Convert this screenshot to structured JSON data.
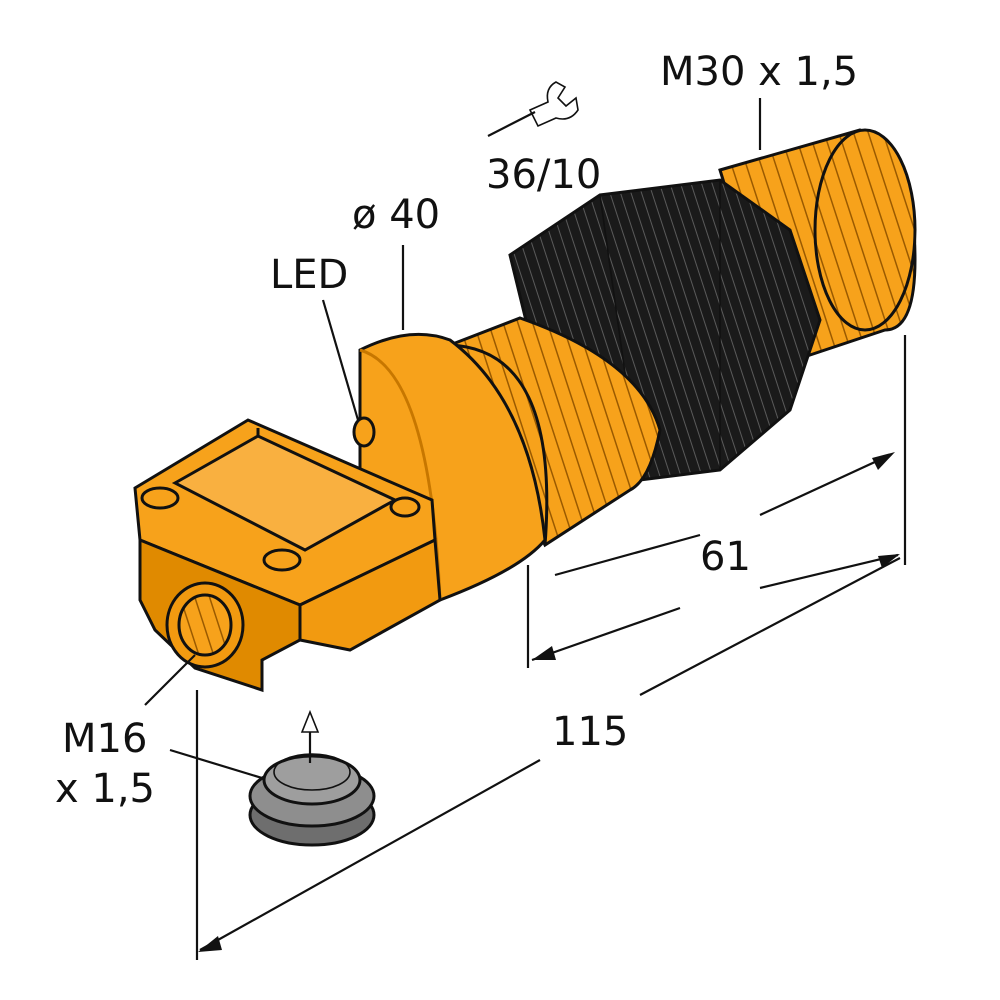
{
  "labels": {
    "thread_main": "M30 x 1,5",
    "wrench_size": "36/10",
    "diameter": "ø 40",
    "led": "LED",
    "dim_61": "61",
    "dim_115": "115",
    "thread_conn_1": "M16",
    "thread_conn_2": "x 1,5"
  },
  "icons": {
    "wrench": "wrench-icon",
    "arrow": "insert-arrow-icon"
  },
  "colors": {
    "housing": "#F7A21B",
    "housing_dark": "#E08A00",
    "nut": "#1A1A1A",
    "plug": "#8E8E8E",
    "outline": "#111111"
  }
}
